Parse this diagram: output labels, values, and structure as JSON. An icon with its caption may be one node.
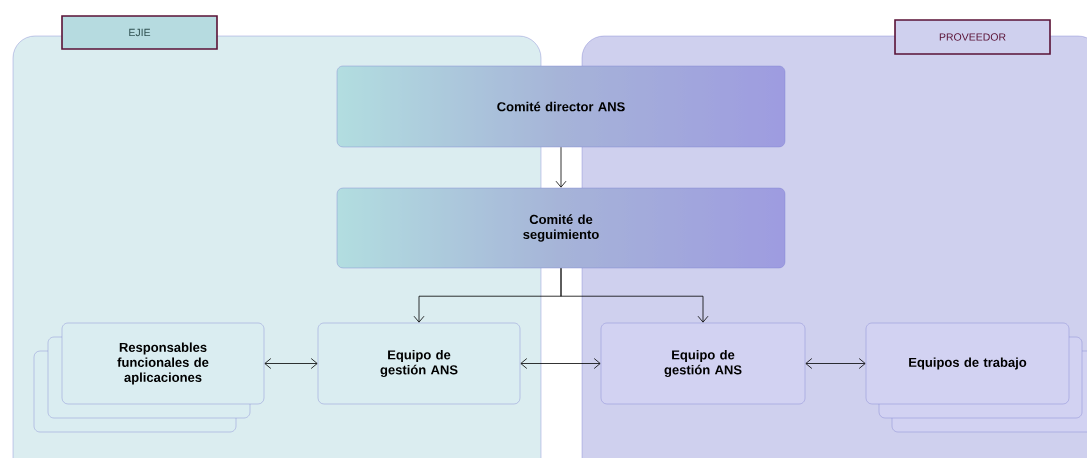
{
  "diagram": {
    "nodes": [
      {
        "text": [
          "EJIE"
        ]
      },
      {
        "text": [
          "PROVEEDOR"
        ]
      },
      {
        "text": [
          "Comité director ANS"
        ]
      },
      {
        "text": [
          "Comité de seguimiento"
        ]
      },
      {
        "text": [
          "Responsables funcionales de aplicaciones"
        ],
        "in": 0
      },
      {
        "text": [
          "Equipo de gestión ANS"
        ],
        "in": 0
      },
      {
        "text": [
          "Equipo de gestión ANS"
        ],
        "in": 1
      },
      {
        "text": [
          "Equipos de trabajo"
        ],
        "in": 1
      }
    ],
    "edges": [
      {
        "from": 2,
        "to": 3,
        "arrow": "to"
      },
      {
        "from": 3,
        "to": 5,
        "arrow": "to"
      },
      {
        "from": 3,
        "to": 6,
        "arrow": "to"
      },
      {
        "from": 4,
        "to": 5,
        "arrow": "both"
      },
      {
        "from": 5,
        "to": 6,
        "arrow": "both"
      },
      {
        "from": 6,
        "to": 7,
        "arrow": "both"
      }
    ]
  }
}
